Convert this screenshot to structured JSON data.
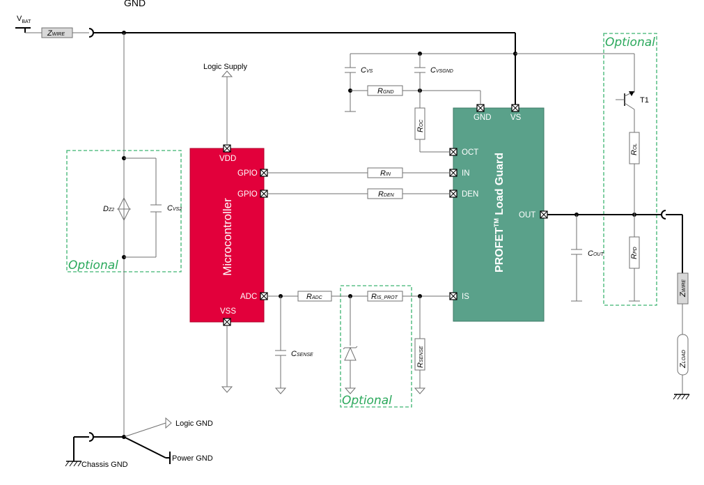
{
  "top_cut_label": "GND",
  "supply": {
    "vbat": "V",
    "vbat_sub": "BAT",
    "zwire": "Z",
    "zwire_sub": "WIRE"
  },
  "logic_supply": "Logic Supply",
  "optional_label": "Optional",
  "microcontroller": {
    "title": "Microcontroller",
    "color": "#e2003b",
    "pins": {
      "vdd": "VDD",
      "gpio1": "GPIO",
      "gpio2": "GPIO",
      "adc": "ADC",
      "vss": "VSS"
    }
  },
  "load_guard": {
    "title_main": "PROFET",
    "title_sup": "TM",
    "title_rest": " Load Guard",
    "color": "#5aa18a",
    "pins": {
      "gnd": "GND",
      "vs": "VS",
      "oct": "OCT",
      "in": "IN",
      "den": "DEN",
      "out": "OUT",
      "is": "IS"
    }
  },
  "components": {
    "cvs": {
      "main": "C",
      "sub": "VS"
    },
    "cvsgnd": {
      "main": "C",
      "sub": "VSGND"
    },
    "rgnd": {
      "main": "R",
      "sub": "GND"
    },
    "roc": {
      "main": "R",
      "sub": "OC"
    },
    "rin": {
      "main": "R",
      "sub": "IN"
    },
    "rden": {
      "main": "R",
      "sub": "DEN"
    },
    "radc": {
      "main": "R",
      "sub": "ADC"
    },
    "risprot": {
      "main": "R",
      "sub": "IS_PROT"
    },
    "csense": {
      "main": "C",
      "sub": "SENSE"
    },
    "rsense": {
      "main": "R",
      "sub": "SENSE"
    },
    "dz2": {
      "main": "D",
      "sub": "Z2"
    },
    "cvs2": {
      "main": "C",
      "sub": "VS2"
    },
    "cout": {
      "main": "C",
      "sub": "OUT"
    },
    "rol": {
      "main": "R",
      "sub": "OL"
    },
    "rpd": {
      "main": "R",
      "sub": "PD"
    },
    "t1": "T1",
    "zwire2": {
      "main": "Z",
      "sub": "WIRE"
    },
    "zload": {
      "main": "Z",
      "sub": "LOAD"
    }
  },
  "grounds": {
    "logic": "Logic GND",
    "power": "Power GND",
    "chassis": "Chassis GND"
  }
}
